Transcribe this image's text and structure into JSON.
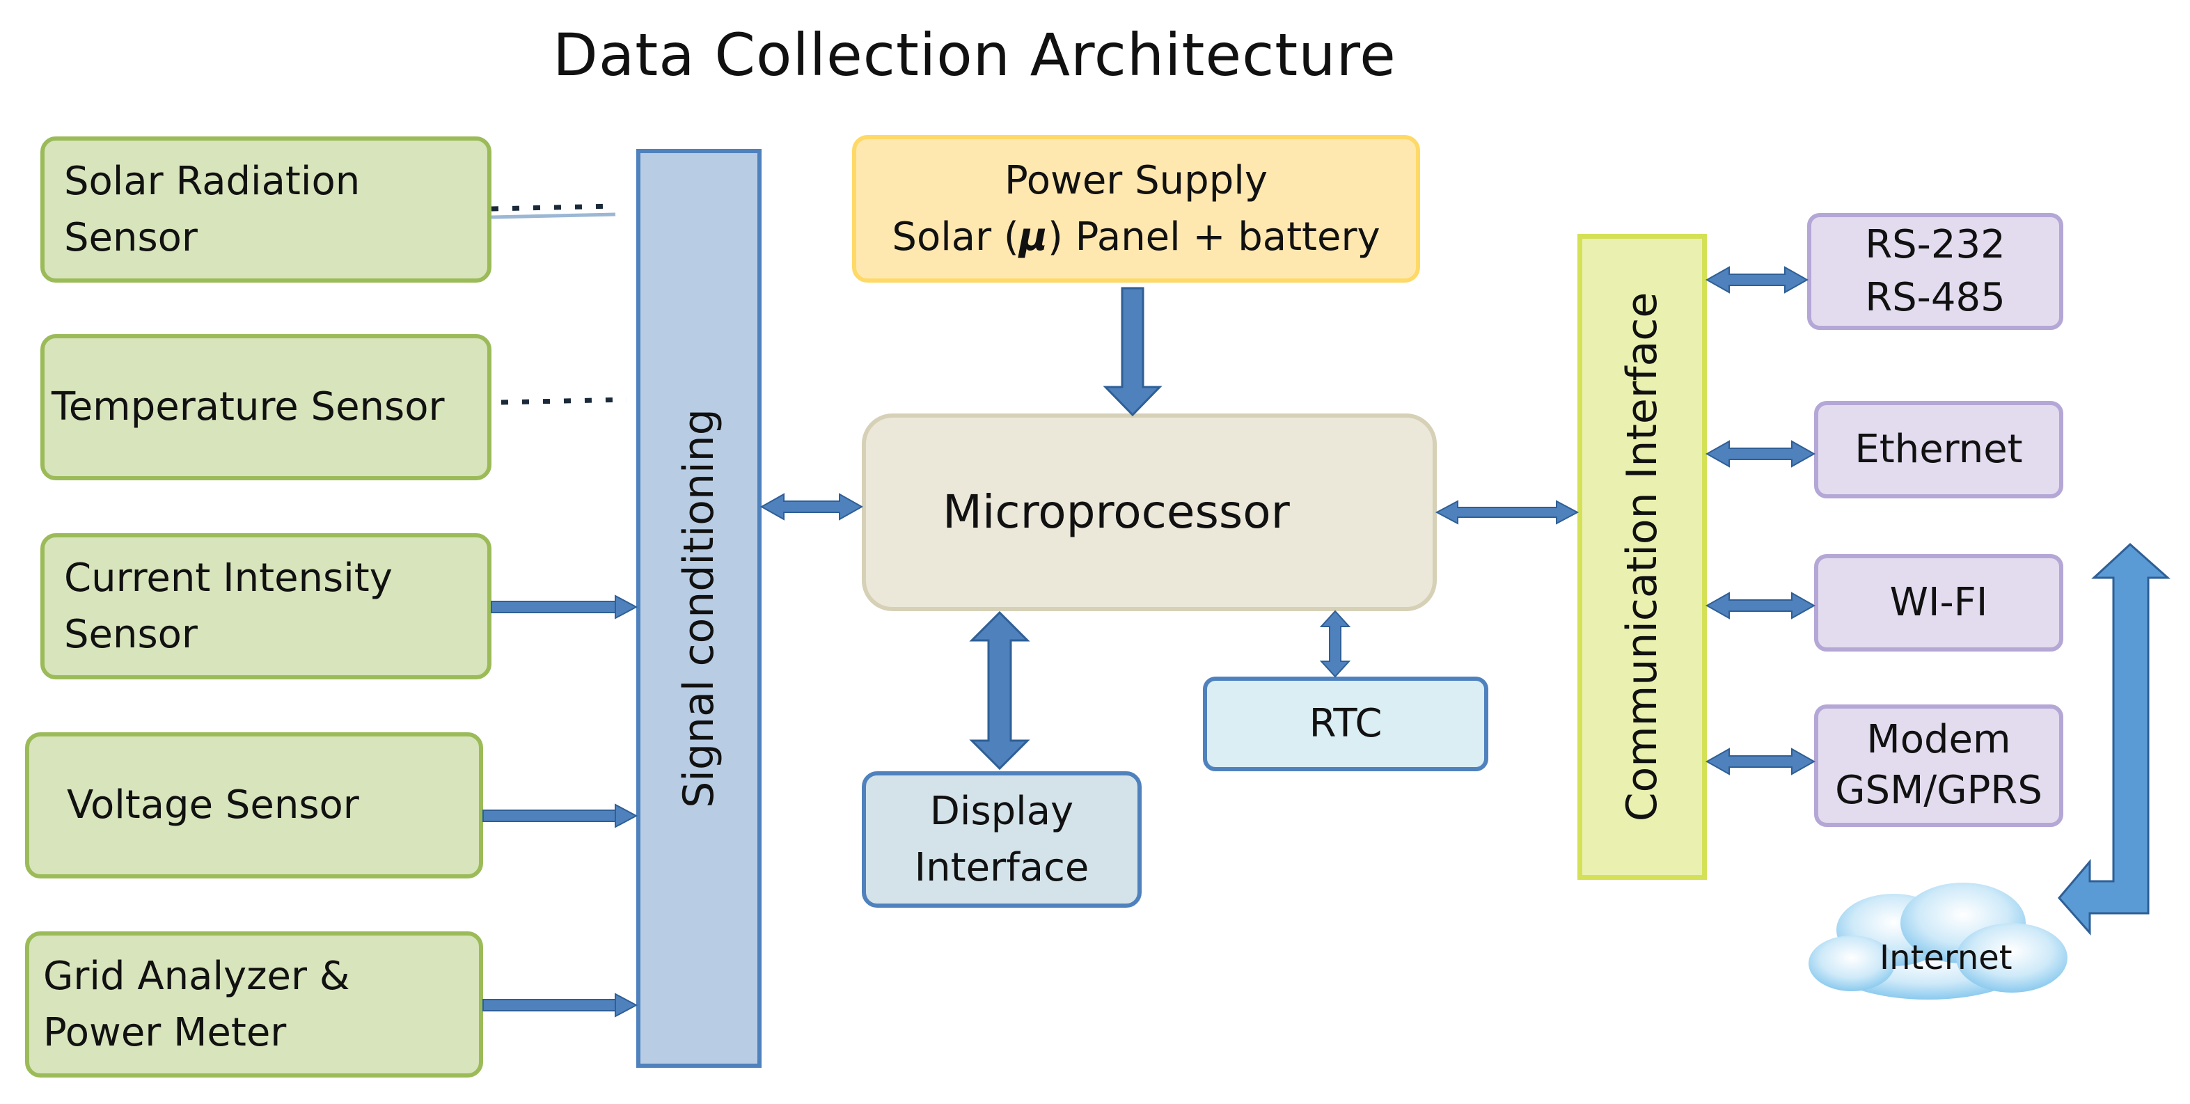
{
  "title": "Data Collection Architecture",
  "sensors": [
    {
      "id": "solar-radiation-sensor",
      "lines": [
        "Solar Radiation",
        "Sensor"
      ]
    },
    {
      "id": "temperature-sensor",
      "lines": [
        "Temperature Sensor"
      ]
    },
    {
      "id": "current-intensity-sensor",
      "lines": [
        "Current Intensity",
        "Sensor"
      ]
    },
    {
      "id": "voltage-sensor",
      "lines": [
        "Voltage Sensor"
      ]
    },
    {
      "id": "grid-analyzer-power-meter",
      "lines": [
        "Grid Analyzer &",
        "Power Meter"
      ]
    }
  ],
  "signal_conditioning": "Signal conditioning",
  "power_supply": {
    "line1": "Power Supply",
    "line2_pre": "Solar (",
    "line2_mu": "μ",
    "line2_post": ") Panel  + battery"
  },
  "microprocessor": "Microprocessor",
  "display_interface": [
    "Display",
    "Interface"
  ],
  "rtc": "RTC",
  "communication_interface": "Communication Interface",
  "interfaces": [
    {
      "id": "rs232-rs485",
      "lines": [
        "RS-232",
        "RS-485"
      ]
    },
    {
      "id": "ethernet",
      "lines": [
        "Ethernet"
      ]
    },
    {
      "id": "wifi",
      "lines": [
        "WI-FI"
      ]
    },
    {
      "id": "modem-gsm-gprs",
      "lines": [
        "Modem",
        "GSM/GPRS"
      ]
    }
  ],
  "internet": "Internet",
  "colors": {
    "arrow": "#4f81bd",
    "arrow_dark": "#2e5f96",
    "sensor_fill": "#d8e4bc",
    "sensor_border": "#9bbb59",
    "cloud": "#9fd3f2"
  }
}
